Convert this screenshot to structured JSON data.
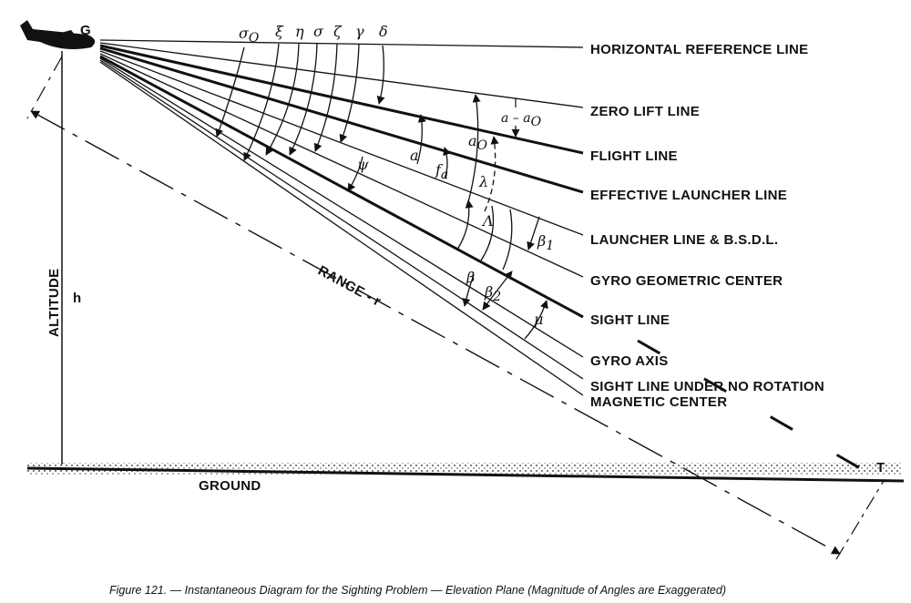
{
  "points": {
    "origin": "G",
    "target": "T"
  },
  "line_labels": {
    "horizontal": "HORIZONTAL REFERENCE LINE",
    "zero_lift": "ZERO LIFT LINE",
    "flight": "FLIGHT LINE",
    "effective_launcher": "EFFECTIVE LAUNCHER LINE",
    "launcher": "LAUNCHER LINE & B.S.D.L.",
    "gyro_geometric": "GYRO GEOMETRIC CENTER",
    "sight": "SIGHT LINE",
    "gyro_axis": "GYRO AXIS",
    "sight_no_rotation": "SIGHT LINE UNDER NO ROTATION",
    "magnetic": "MAGNETIC CENTER"
  },
  "greek_top": {
    "sigma0": "σ",
    "sigma0_sub": "O",
    "xi": "ξ",
    "eta": "η",
    "sigma": "σ",
    "zeta": "ζ",
    "gamma": "γ",
    "delta": "δ"
  },
  "angles": {
    "alpha_minus_alpha0": "a – a",
    "alpha_minus_alpha0_sub": "O",
    "alpha": "a",
    "alpha0": "a",
    "alpha0_sub": "O",
    "f_alpha": "f",
    "f_alpha_sub": "a",
    "lambda": "λ",
    "Lambda": "Λ",
    "psi": "ψ",
    "beta1": "β",
    "beta1_sub": "1",
    "beta": "β",
    "beta2": "β",
    "beta2_sub": "2",
    "mu": "μ"
  },
  "side_labels": {
    "altitude": "ALTITUDE",
    "h": "h",
    "range": "RANGE - r",
    "ground": "GROUND"
  },
  "caption": "Figure 121. — Instantaneous Diagram for the Sighting Problem — Elevation Plane (Magnitude of Angles are Exaggerated)"
}
